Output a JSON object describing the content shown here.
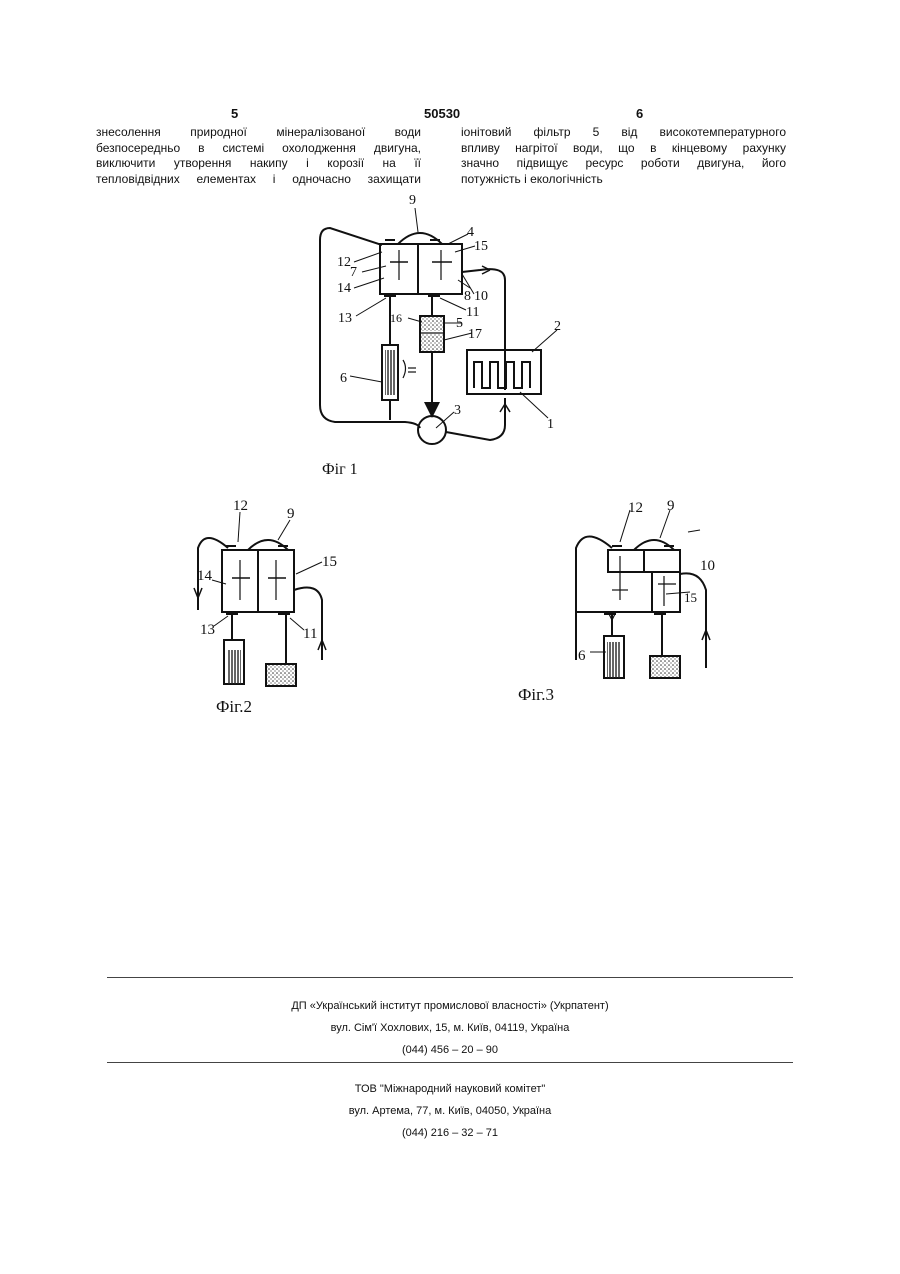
{
  "header": {
    "left_page": "5",
    "center_number": "50530",
    "right_page": "6"
  },
  "left_column": [
    "знесолення природної мінералізованої води",
    "безпосередньо в системі охолодження двигуна,",
    "виключити утворення накипу і корозії на її",
    "тепловідвідних елементах і одночасно захищати"
  ],
  "right_column": [
    "іонітовий фільтр 5 від високотемпературного",
    "впливу нагрітої води, що в кінцевому рахунку",
    "значно підвищує ресурс роботи двигуна, його",
    "потужність і екологічність"
  ],
  "figures": {
    "fig1": {
      "caption": "Фіг 1",
      "labels": [
        "9",
        "4",
        "15",
        "12",
        "7",
        "14",
        "8",
        "10",
        "13",
        "11",
        "16",
        "5",
        "17",
        "2",
        "6",
        "3",
        "1"
      ]
    },
    "fig2": {
      "caption": "Фіг.2",
      "labels": [
        "12",
        "9",
        "15",
        "14",
        "13",
        "11"
      ]
    },
    "fig3": {
      "caption": "Фіг.3",
      "labels": [
        "12",
        "9",
        "10",
        "15",
        "6"
      ]
    }
  },
  "footer": {
    "block1": {
      "org": "ДП «Український інститут промислової власності» (Укрпатент)",
      "address": "вул. Сім'ї Хохлових, 15, м. Київ, 04119, Україна",
      "phone": "(044) 456 – 20 – 90"
    },
    "block2": {
      "org": "ТОВ \"Міжнародний науковий комітет\"",
      "address": "вул. Артема, 77, м. Київ, 04050, Україна",
      "phone": "(044) 216 – 32 – 71"
    }
  }
}
